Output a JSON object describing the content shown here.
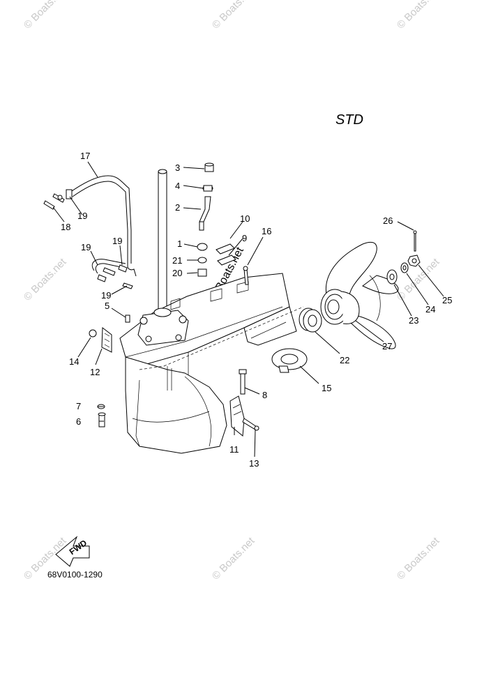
{
  "variant_label": "STD",
  "diagram_code": "68V0100-1290",
  "fwd_arrow_label": "FWD",
  "watermark_text": "© Boats.net",
  "parts": [
    {
      "number": "1"
    },
    {
      "number": "2"
    },
    {
      "number": "3"
    },
    {
      "number": "4"
    },
    {
      "number": "5"
    },
    {
      "number": "6"
    },
    {
      "number": "7"
    },
    {
      "number": "8"
    },
    {
      "number": "9"
    },
    {
      "number": "10"
    },
    {
      "number": "11"
    },
    {
      "number": "12"
    },
    {
      "number": "13"
    },
    {
      "number": "14"
    },
    {
      "number": "15"
    },
    {
      "number": "16"
    },
    {
      "number": "17"
    },
    {
      "number": "18"
    },
    {
      "number": "19"
    },
    {
      "number": "19"
    },
    {
      "number": "19"
    },
    {
      "number": "19"
    },
    {
      "number": "20"
    },
    {
      "number": "21"
    },
    {
      "number": "22"
    },
    {
      "number": "23"
    },
    {
      "number": "24"
    },
    {
      "number": "25"
    },
    {
      "number": "26"
    },
    {
      "number": "27"
    }
  ],
  "colors": {
    "line": "#000000",
    "watermark": "#c9c9c9",
    "background": "#ffffff"
  }
}
